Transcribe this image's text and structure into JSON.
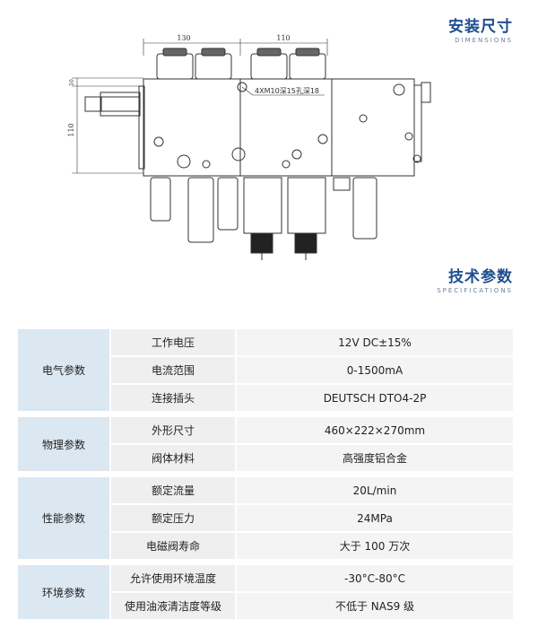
{
  "dimensions": {
    "title": "安装尺寸",
    "subtitle": "DIMENSIONS",
    "dim_130": "130",
    "dim_110_top": "110",
    "dim_110_side": "110",
    "dim_10": "10",
    "hole_note": "4XM10深15孔深18"
  },
  "specifications": {
    "title": "技术参数",
    "subtitle": "SPECIFICATIONS"
  },
  "spec_groups": [
    {
      "label": "电气参数",
      "rows": [
        {
          "param": "工作电压",
          "value": "12V DC±15%"
        },
        {
          "param": "电流范围",
          "value": "0-1500mA"
        },
        {
          "param": "连接插头",
          "value": "DEUTSCH DTO4-2P"
        }
      ]
    },
    {
      "label": "物理参数",
      "rows": [
        {
          "param": "外形尺寸",
          "value": "460×222×270mm"
        },
        {
          "param": "阀体材料",
          "value": "高强度铝合金"
        }
      ]
    },
    {
      "label": "性能参数",
      "rows": [
        {
          "param": "额定流量",
          "value": "20L/min"
        },
        {
          "param": "额定压力",
          "value": "24MPa"
        },
        {
          "param": "电磁阀寿命",
          "value": "大于 100 万次"
        }
      ]
    },
    {
      "label": "环境参数",
      "rows": [
        {
          "param": "允许使用环境温度",
          "value": "-30°C-80°C"
        },
        {
          "param": "使用油液清洁度等级",
          "value": "不低于 NAS9 级"
        }
      ]
    }
  ]
}
